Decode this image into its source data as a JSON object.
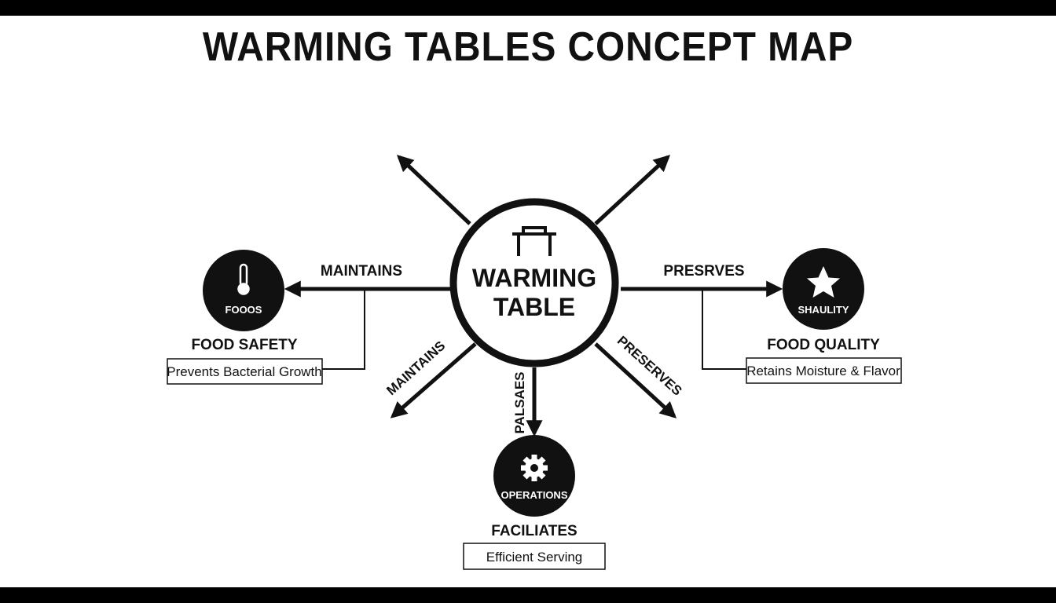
{
  "title": "WARMING TABLES CONCEPT MAP",
  "center": {
    "line1": "WARMING",
    "line2": "TABLE",
    "icon": "warming-table-icon"
  },
  "edges": {
    "left": "MAINTAINS",
    "right": "PRESRVES",
    "down": "PALSAES",
    "down_left": "MAINTAINS",
    "down_right": "PRESERVES"
  },
  "nodes": {
    "safety": {
      "icon": "thermometer-icon",
      "label": "FOOOS",
      "heading": "FOOD SAFETY",
      "box": "Prevents Bacterial Growth"
    },
    "quality": {
      "icon": "star-icon",
      "label": "SHAULITY",
      "heading": "FOOD QUALITY",
      "box": "Retains Moisture & Flavor"
    },
    "operations": {
      "icon": "gear-icon",
      "label": "OPERATIONS",
      "heading": "FACILIATES",
      "box": "Efficient Serving"
    }
  }
}
